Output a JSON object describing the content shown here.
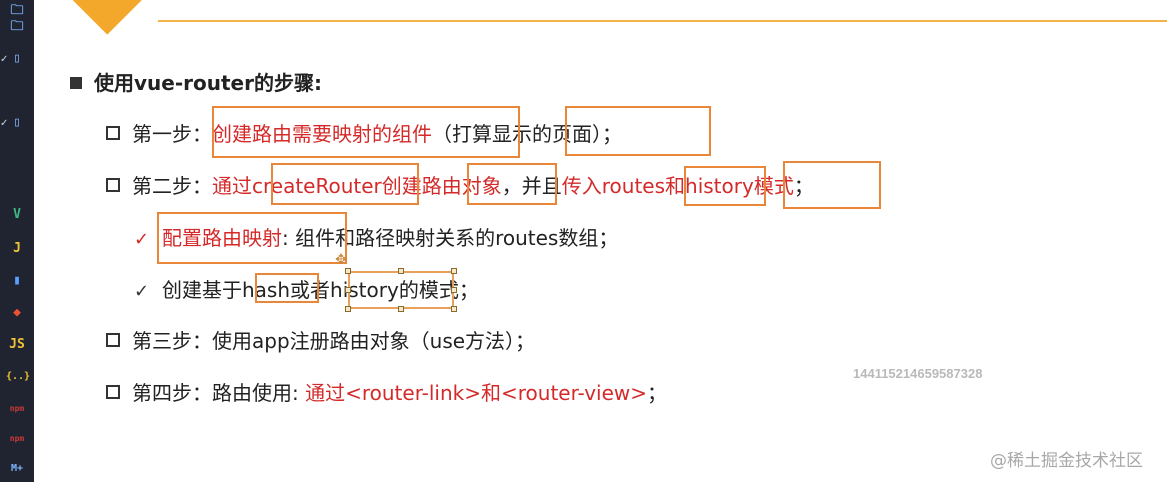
{
  "slide": {
    "heading": "使用vue-router的步骤:",
    "steps": [
      {
        "prefix": "第一步：",
        "red": "创建路由需要映射的组件",
        "suffix": "（打算显示的页面）；"
      },
      {
        "prefix": "第二步：",
        "red1": "通过createRouter创建路由对象",
        "mid": "，并且",
        "red2": "传入routes和history模式",
        "suffix": "；"
      },
      {
        "label": "配置路由映射",
        "suffix": ": 组件和路径映射关系的routes数组；"
      },
      {
        "text": "创建基于hash或者history的模式；"
      },
      {
        "prefix": "第三步：",
        "text": "使用app注册路由对象（use方法）；"
      },
      {
        "prefix": "第四步：",
        "text": "路由使用: ",
        "red": "通过<router-link>和<router-view>",
        "suffix": "；"
      }
    ]
  },
  "watermarks": {
    "id": "1441152146595873​28",
    "site": "@稀土掘金技术社区"
  },
  "sidebar_icons": [
    "folder-icon",
    "folder-icon",
    "file-icon",
    "file-icon",
    "vue-icon",
    "j-icon",
    "doc-icon",
    "git-icon",
    "js-icon",
    "json-icon",
    "npm-icon",
    "npm-icon",
    "markdown-icon"
  ],
  "colors": {
    "accent": "#f3a72b",
    "highlight_box": "#e8873a",
    "red_text": "#d42a2a"
  }
}
